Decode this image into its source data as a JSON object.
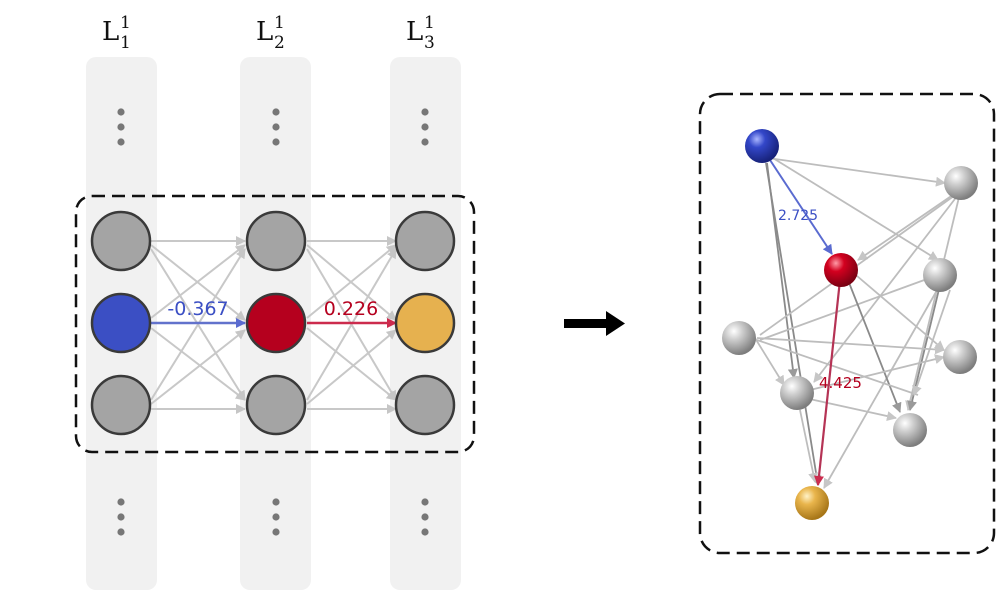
{
  "layers": [
    {
      "base": "L",
      "sub": "1",
      "sup": "1"
    },
    {
      "base": "L",
      "sub": "2",
      "sup": "1"
    },
    {
      "base": "L",
      "sub": "3",
      "sup": "1"
    }
  ],
  "weights": {
    "blue": "-0.367",
    "red": "0.226"
  },
  "graph_weights": {
    "blue": "2.725",
    "red": "4.425"
  },
  "colors": {
    "blue": "#3b4fc4",
    "red": "#b5001e",
    "yellow": "#e6b14f",
    "gray_node": "#a4a4a4",
    "column_bg": "#f1f1f1",
    "edge_gray": "#c8c8c8",
    "edge_blue": "#6677cc",
    "edge_red": "#cc3355"
  },
  "icons": {
    "ellipsis": "vertical-ellipsis-icon",
    "arrow": "right-arrow-icon"
  }
}
